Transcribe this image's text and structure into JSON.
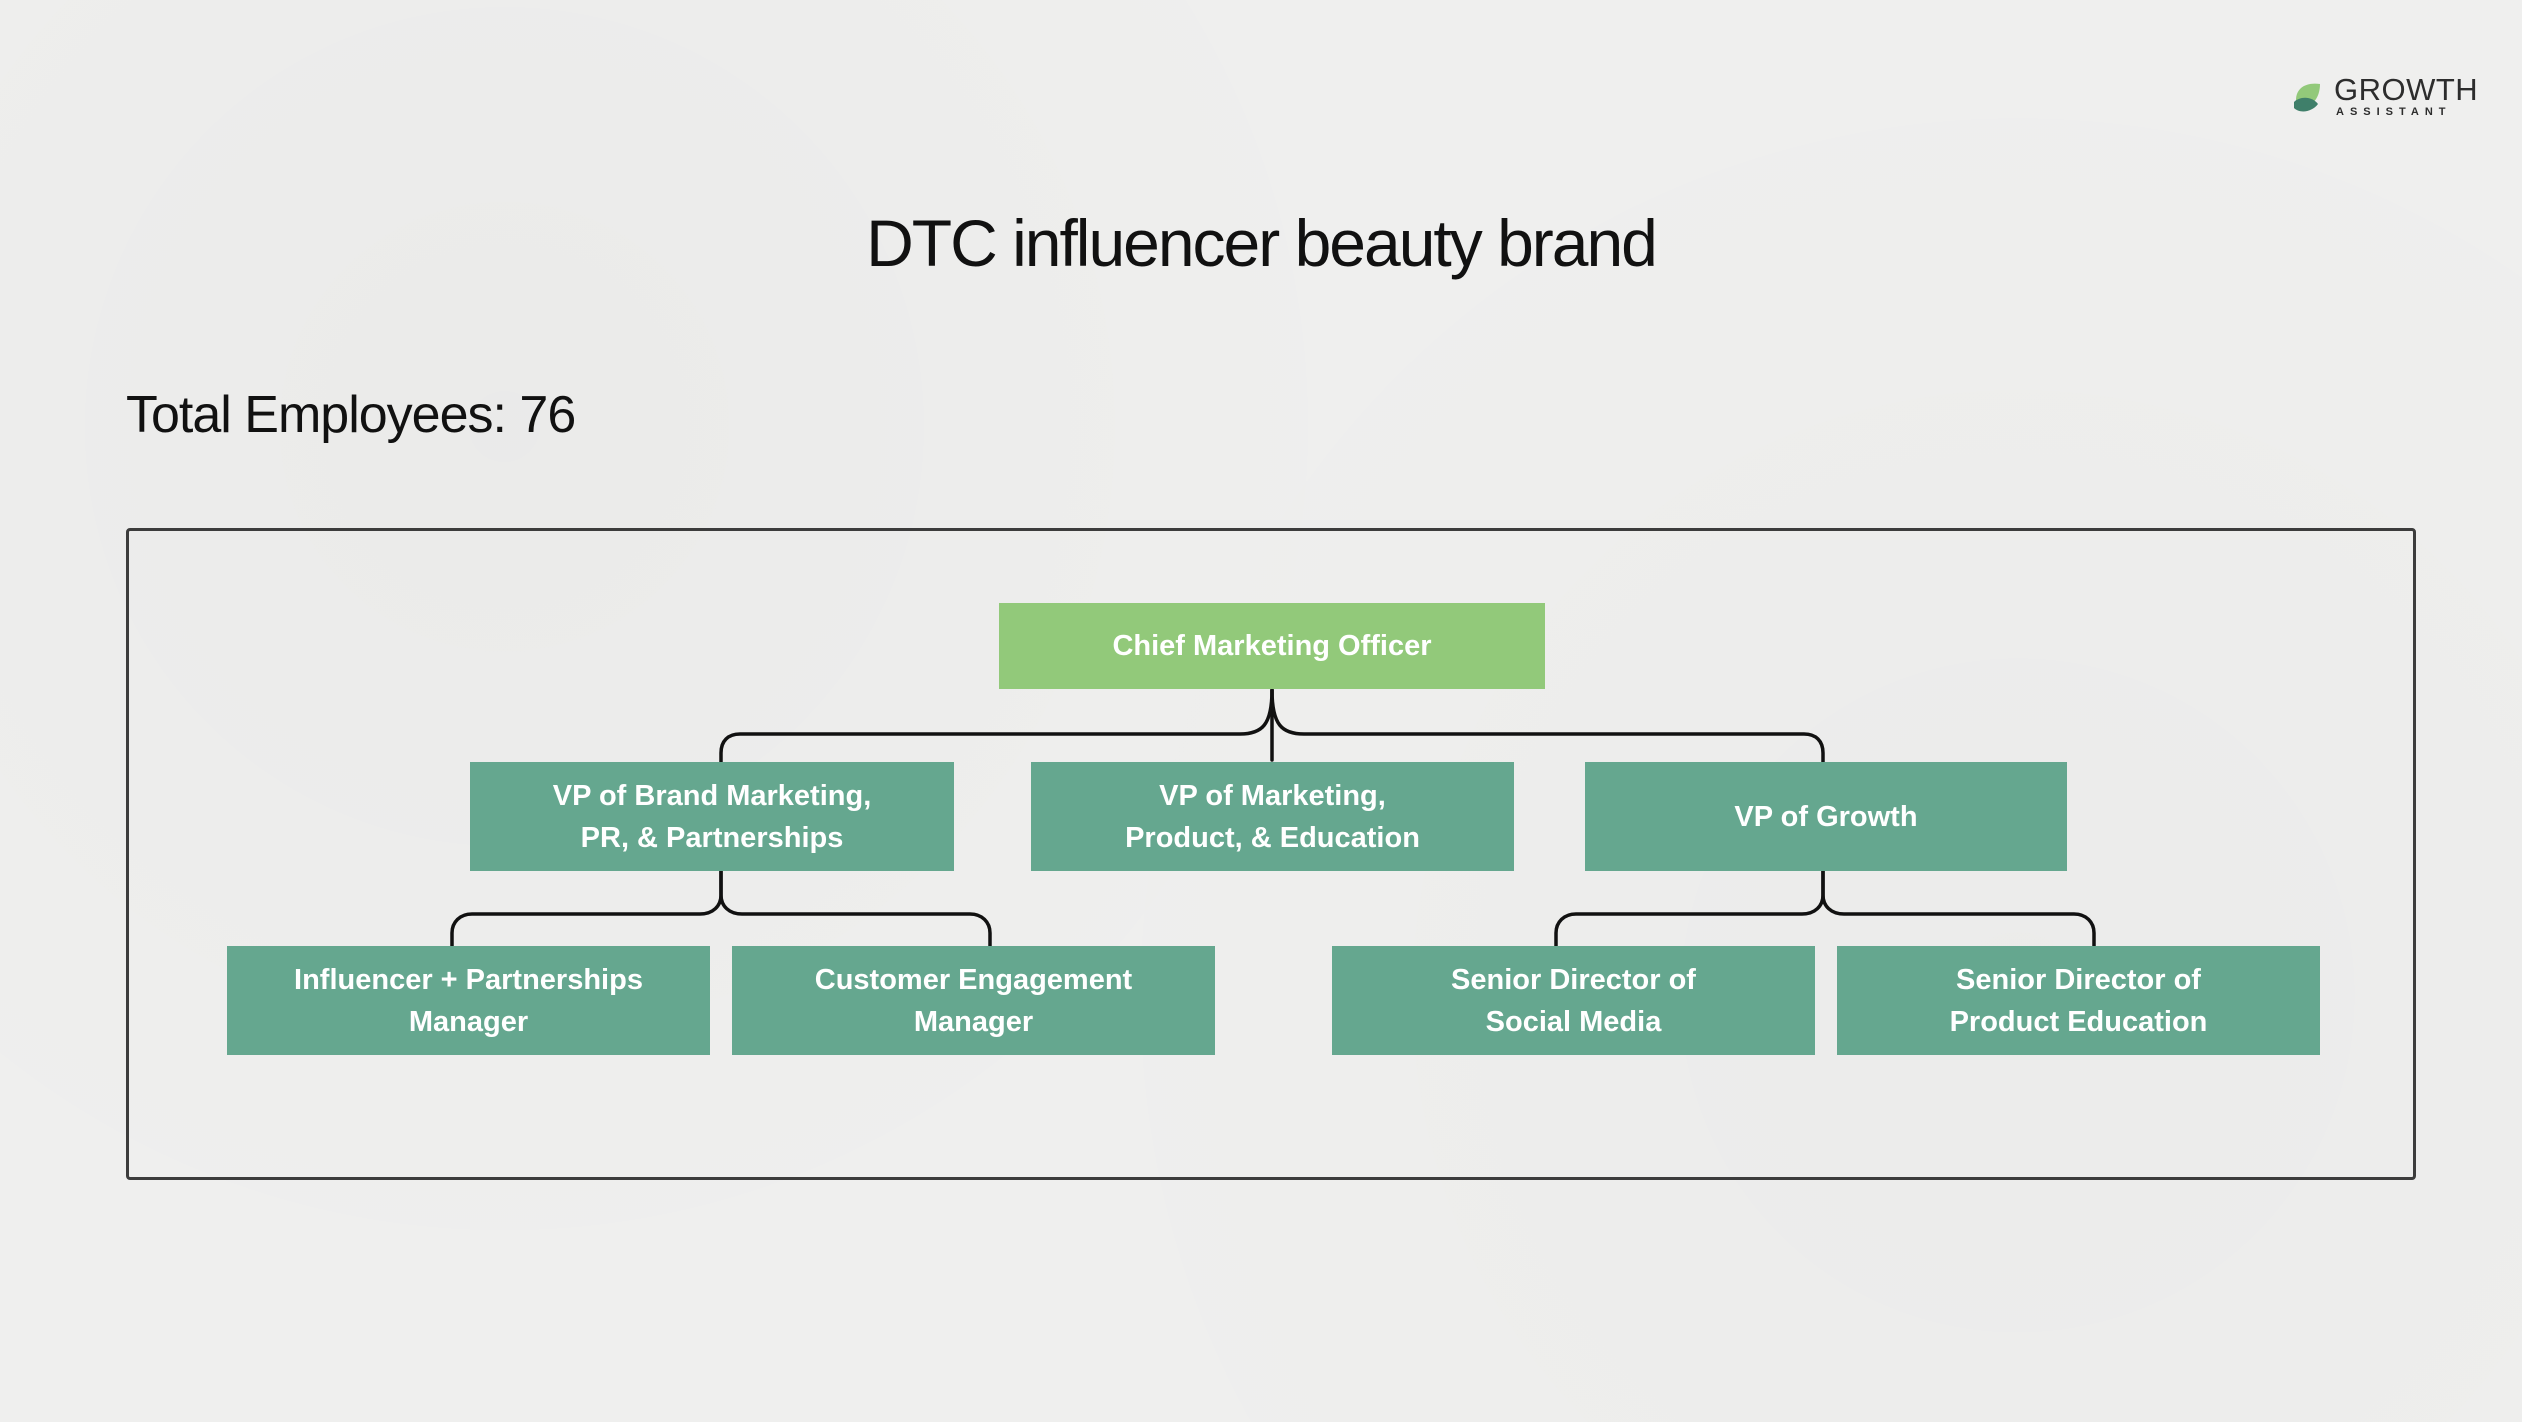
{
  "logo": {
    "word": "GROWTH",
    "sub": "ASSISTANT",
    "colors": [
      "#92c97a",
      "#65a78f",
      "#3f7f6a"
    ]
  },
  "title": "DTC influencer beauty brand",
  "subtitle": "Total Employees: 76",
  "org_chart": {
    "root": "Chief Marketing Officer",
    "vps": [
      "VP of Brand Marketing,\nPR, & Partnerships",
      "VP of Marketing,\nProduct, & Education",
      "VP of Growth"
    ],
    "reports": {
      "brand": [
        "Influencer + Partnerships\nManager",
        "Customer Engagement\nManager"
      ],
      "growth": [
        "Senior Director of\nSocial Media",
        "Senior Director of\nProduct Education"
      ]
    }
  },
  "colors": {
    "root": "#92c97a",
    "node": "#65a78f",
    "line": "#111111"
  }
}
